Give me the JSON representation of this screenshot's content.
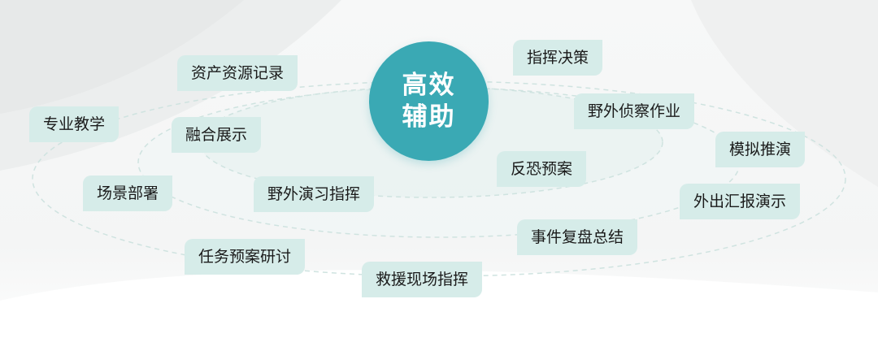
{
  "hub": {
    "line1": "高效",
    "line2": "辅助"
  },
  "tags": {
    "asset_records": "资产资源记录",
    "command_decision": "指挥决策",
    "professional_teaching": "专业教学",
    "fusion_display": "融合展示",
    "field_recon": "野外侦察作业",
    "simulation": "模拟推演",
    "counter_terror_plan": "反恐预案",
    "scene_deploy": "场景部署",
    "field_exercise": "野外演习指挥",
    "report_demo": "外出汇报演示",
    "event_review": "事件复盘总结",
    "task_plan_study": "任务预案研讨",
    "rescue_command": "救援现场指挥"
  },
  "colors": {
    "hub": "#3aa9b4",
    "tag_bg": "#d6ece9",
    "text": "#1a1a1a",
    "orbit": "#cfe3e0"
  }
}
